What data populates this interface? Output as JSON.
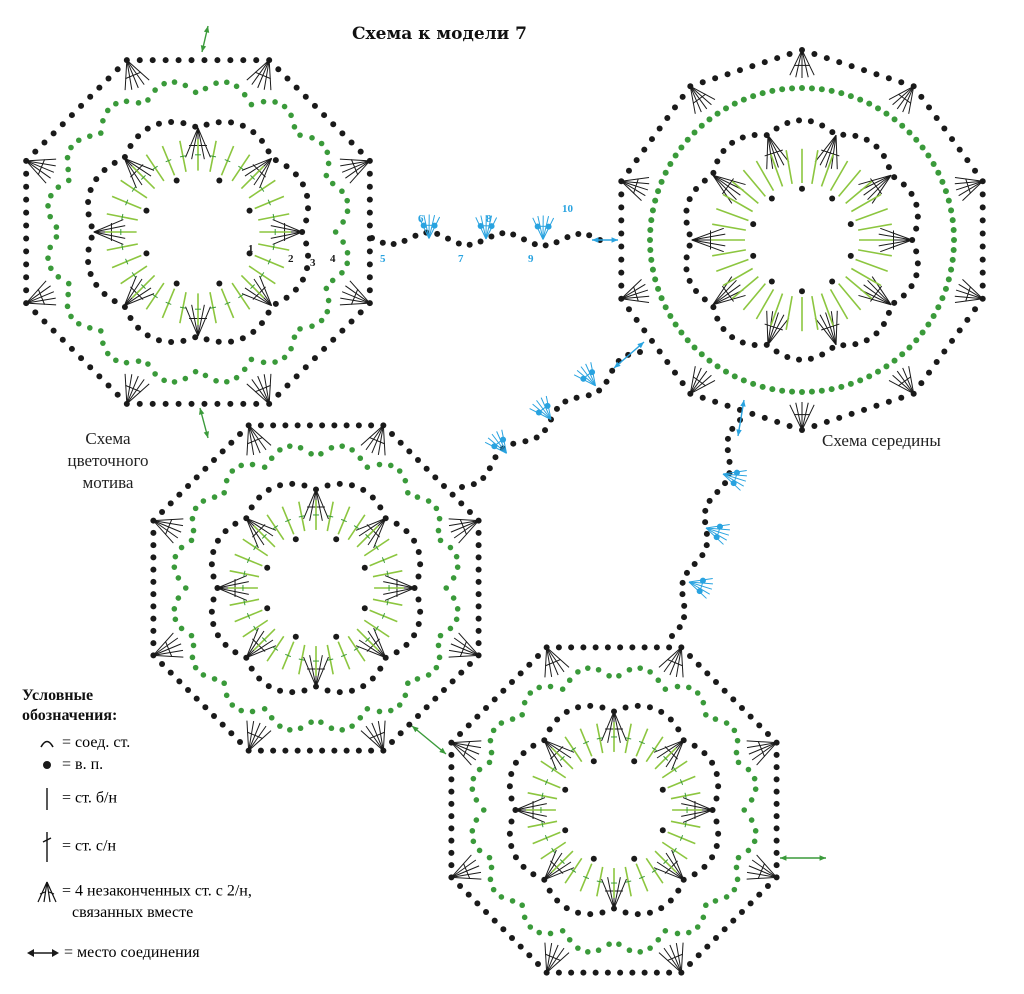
{
  "title": "Схема к модели 7",
  "captions": {
    "flower_motif": [
      "Схема",
      "цветочного",
      "мотива"
    ],
    "center": "Схема середины"
  },
  "row_numbers": [
    "1",
    "2",
    "3",
    "4",
    "5",
    "6",
    "7",
    "8",
    "9",
    "10"
  ],
  "legend": {
    "title": [
      "Условные",
      "обозначения:"
    ],
    "items": [
      {
        "symbol": "slip-stitch-icon",
        "text": "= соед. ст."
      },
      {
        "symbol": "chain-stitch-icon",
        "text": "= в. п."
      },
      {
        "symbol": "single-crochet-icon",
        "text": "= ст. б/н"
      },
      {
        "symbol": "double-crochet-icon",
        "text": "= ст. с/н"
      },
      {
        "symbol": "cluster-icon",
        "text": "= 4 незаконченных ст. с 2/н,",
        "text2": "связанных вместе"
      },
      {
        "symbol": "join-arrow-icon",
        "text": "= место соединения"
      }
    ]
  },
  "colors": {
    "black": "#1a1a1a",
    "green": "#3a9a3a",
    "light_green": "#8cc63f",
    "blue": "#29a3e0",
    "text": "#111111"
  }
}
